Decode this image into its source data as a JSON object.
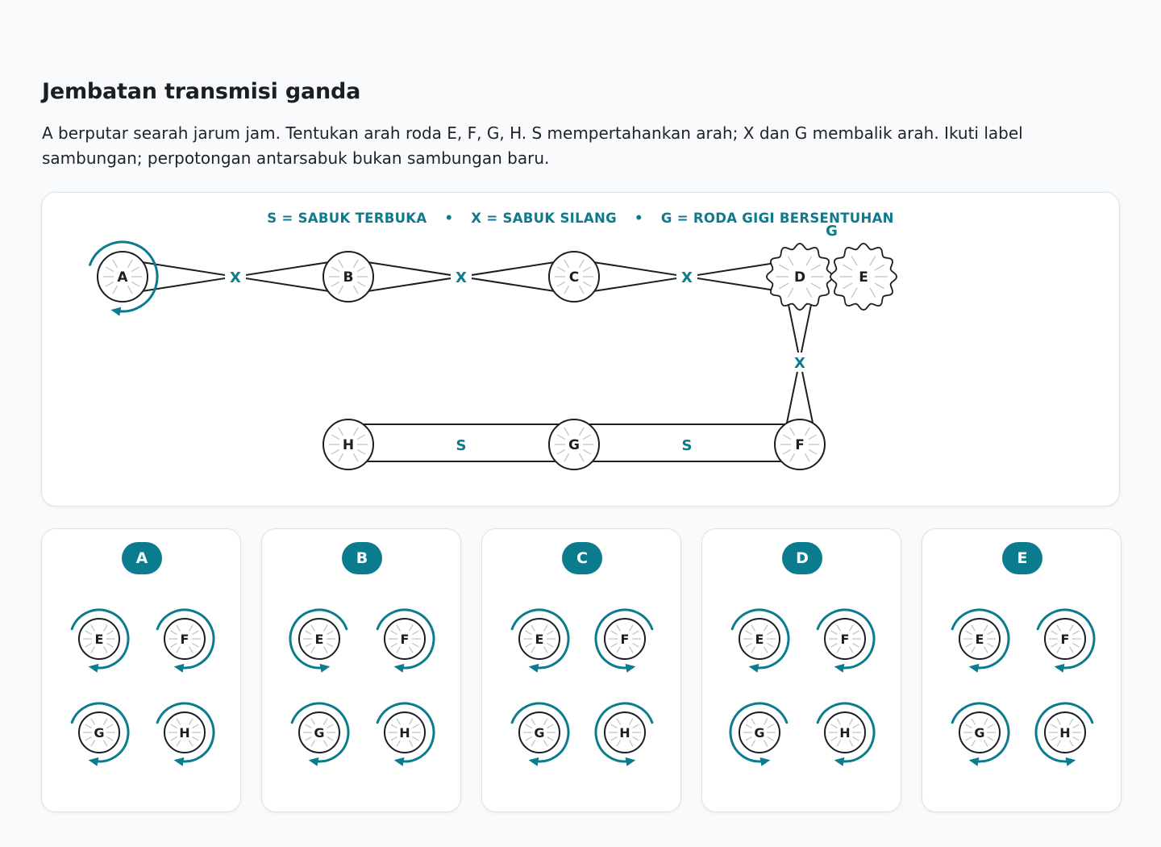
{
  "header": {
    "title": "Jembatan transmisi ganda",
    "instructions": "A berputar searah jarum jam. Tentukan arah roda E, F, G, H. S mempertahankan arah; X dan G membalik arah. Ikuti label sambungan; perpotongan antarsabuk bukan sambungan baru."
  },
  "legend": {
    "open": "S = SABUK TERBUKA",
    "cross": "X = SABUK SILANG",
    "gear": "G = RODA GIGI BERSENTUHAN",
    "separator": "•"
  },
  "colors": {
    "accent": "#0b7b8e",
    "ink": "#1b1f24",
    "border": "#dde3ea"
  },
  "wheels": [
    {
      "id": "A",
      "label": "A",
      "kind": "pulley",
      "given": "cw"
    },
    {
      "id": "B",
      "label": "B",
      "kind": "pulley"
    },
    {
      "id": "C",
      "label": "C",
      "kind": "pulley"
    },
    {
      "id": "D",
      "label": "D",
      "kind": "gear"
    },
    {
      "id": "E",
      "label": "E",
      "kind": "gear"
    },
    {
      "id": "F",
      "label": "F",
      "kind": "pulley"
    },
    {
      "id": "G",
      "label": "G",
      "kind": "pulley"
    },
    {
      "id": "H",
      "label": "H",
      "kind": "pulley"
    }
  ],
  "connections": [
    {
      "from": "A",
      "to": "B",
      "type": "X",
      "label": "X"
    },
    {
      "from": "B",
      "to": "C",
      "type": "X",
      "label": "X"
    },
    {
      "from": "C",
      "to": "D",
      "type": "X",
      "label": "X"
    },
    {
      "from": "D",
      "to": "E",
      "type": "G",
      "label": "G"
    },
    {
      "from": "D",
      "to": "F",
      "type": "X",
      "label": "X"
    },
    {
      "from": "H",
      "to": "G",
      "type": "S",
      "label": "S"
    },
    {
      "from": "G",
      "to": "F",
      "type": "S",
      "label": "S"
    }
  ],
  "options": [
    {
      "label": "A",
      "answers": [
        {
          "wheel": "E",
          "dir": "cw"
        },
        {
          "wheel": "F",
          "dir": "cw"
        },
        {
          "wheel": "G",
          "dir": "cw"
        },
        {
          "wheel": "H",
          "dir": "cw"
        }
      ]
    },
    {
      "label": "B",
      "answers": [
        {
          "wheel": "E",
          "dir": "ccw"
        },
        {
          "wheel": "F",
          "dir": "cw"
        },
        {
          "wheel": "G",
          "dir": "cw"
        },
        {
          "wheel": "H",
          "dir": "cw"
        }
      ]
    },
    {
      "label": "C",
      "answers": [
        {
          "wheel": "E",
          "dir": "cw"
        },
        {
          "wheel": "F",
          "dir": "ccw"
        },
        {
          "wheel": "G",
          "dir": "cw"
        },
        {
          "wheel": "H",
          "dir": "ccw"
        }
      ]
    },
    {
      "label": "D",
      "answers": [
        {
          "wheel": "E",
          "dir": "cw"
        },
        {
          "wheel": "F",
          "dir": "cw"
        },
        {
          "wheel": "G",
          "dir": "ccw"
        },
        {
          "wheel": "H",
          "dir": "cw"
        }
      ]
    },
    {
      "label": "E",
      "answers": [
        {
          "wheel": "E",
          "dir": "cw"
        },
        {
          "wheel": "F",
          "dir": "cw"
        },
        {
          "wheel": "G",
          "dir": "cw"
        },
        {
          "wheel": "H",
          "dir": "ccw"
        }
      ]
    }
  ]
}
